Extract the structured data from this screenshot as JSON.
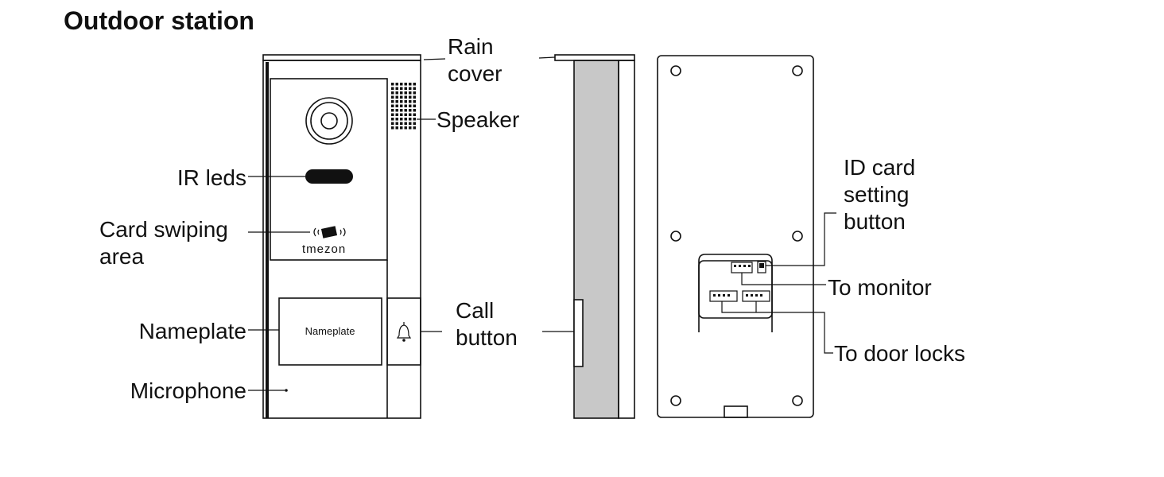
{
  "title": "Outdoor station",
  "labels": {
    "rain_cover_1": "Rain",
    "rain_cover_2": "cover",
    "speaker": "Speaker",
    "ir_leds": "IR leds",
    "card_swiping_1": "Card swiping",
    "card_swiping_2": "area",
    "nameplate": "Nameplate",
    "microphone": "Microphone",
    "call_button_1": "Call",
    "call_button_2": "button",
    "id_card_1": "ID card",
    "id_card_2": "setting",
    "id_card_3": "button",
    "to_monitor": "To monitor",
    "to_door_locks": "To door locks"
  },
  "device": {
    "brand": "tmezon",
    "nameplate_text": "Nameplate"
  },
  "icons": {
    "camera": "camera-lens-icon",
    "bell": "bell-icon",
    "card": "rfid-card-icon"
  },
  "colors": {
    "line": "#111111",
    "side_fill": "#c8c8c8",
    "background": "#ffffff"
  }
}
